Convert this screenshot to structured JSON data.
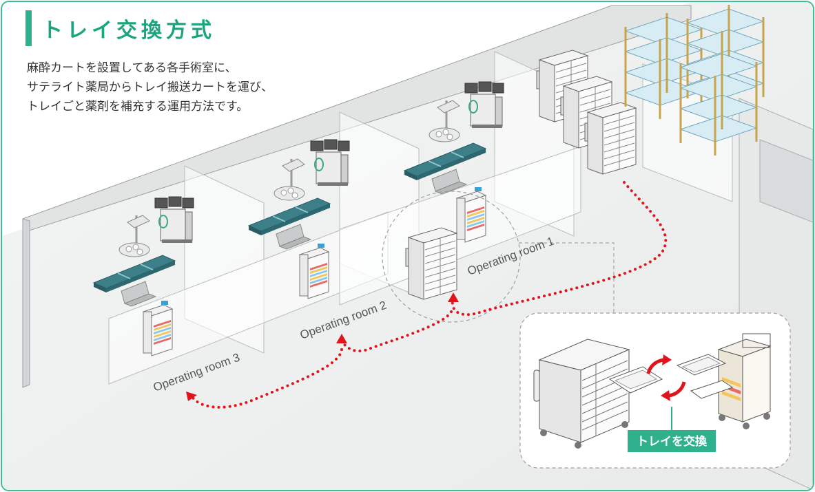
{
  "title": "トレイ交換方式",
  "description": [
    "麻酔カートを設置してある各手術室に、",
    "サテライト薬局からトレイ搬送カートを運び、",
    "トレイごと薬剤を補充する運用方法です。"
  ],
  "rooms": [
    "Operating room 1",
    "Operating room 2",
    "Operating room 3"
  ],
  "badge": "トレイを交換",
  "colors": {
    "accent": "#2fb18e",
    "title": "#1aa57f",
    "route": "#e0151c",
    "table": "#3d7f88",
    "badge": "#2fb18e"
  }
}
